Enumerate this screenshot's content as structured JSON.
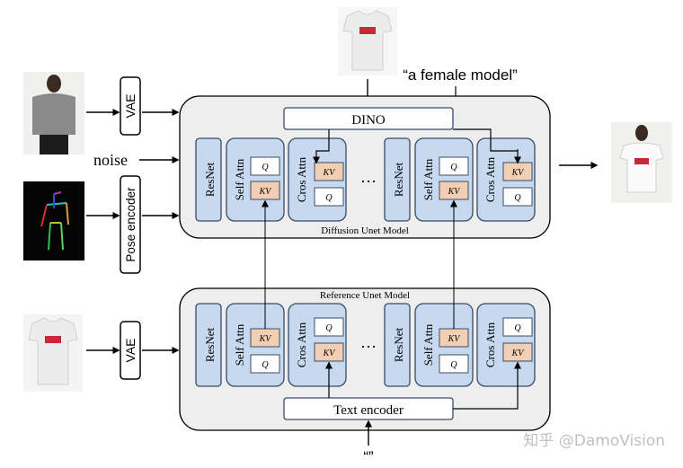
{
  "inputs": {
    "vae_top": "VAE",
    "vae_bottom": "VAE",
    "noise": "noise",
    "pose_encoder": "Pose encoder"
  },
  "prompts": {
    "text_prompt": "“a female model”",
    "empty_prompt": "“”"
  },
  "diffusion_unet": {
    "title": "Diffusion Unet Model",
    "dino": "DINO",
    "resnet": "ResNet",
    "self_attn": "Self Attn",
    "cross_attn": "Cros Attn",
    "q": "Q",
    "kv": "KV",
    "ellipsis": "…"
  },
  "reference_unet": {
    "title": "Reference Unet Model",
    "text_encoder": "Text encoder",
    "resnet": "ResNet",
    "self_attn": "Self Attn",
    "cross_attn": "Cros Attn",
    "q": "Q",
    "kv": "KV",
    "ellipsis": "…"
  },
  "watermark": "知乎 @DamoVision",
  "colors": {
    "outer_box": "#eeeeee",
    "block_fill": "#c6d9ee",
    "block_stroke": "#3a4c66",
    "kv_fill": "#f2cfb2",
    "q_fill": "#ffffff"
  }
}
